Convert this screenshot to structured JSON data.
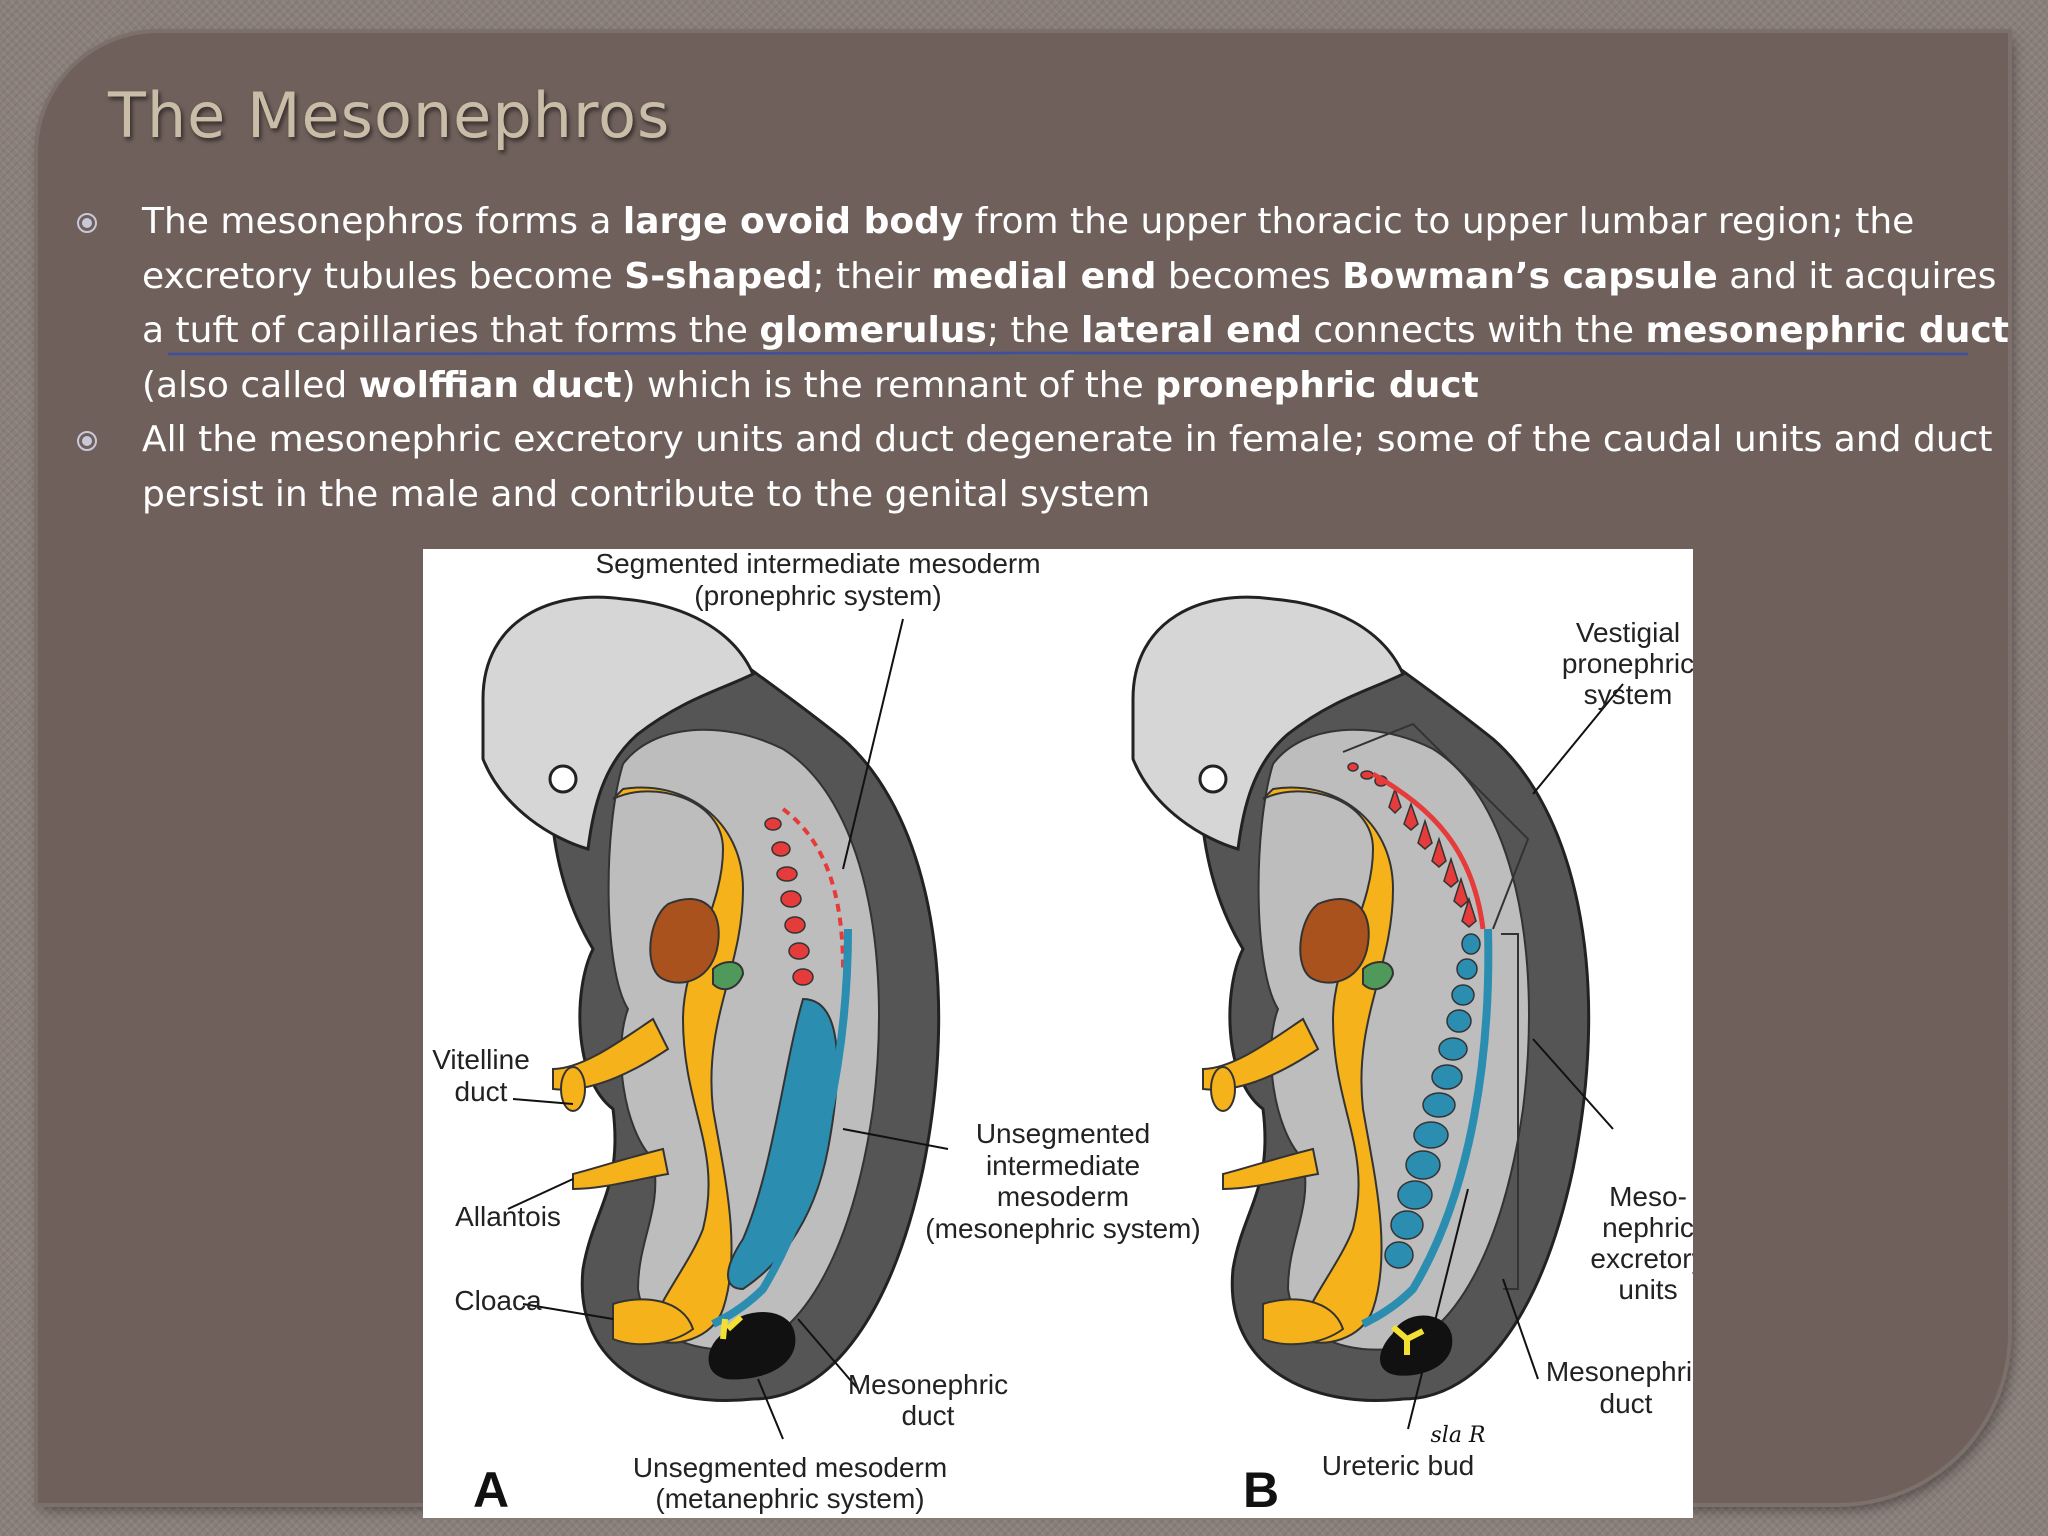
{
  "slide": {
    "title": "The Mesonephros",
    "bullets": [
      {
        "t1": "The mesonephros forms a ",
        "b1": "large ovoid body",
        "t2": " from the upper thoracic to upper lumbar region; the excretory tubules become ",
        "b2": "S-shaped",
        "t3": "; their ",
        "b3": "medial end",
        "t4": " becomes ",
        "b4": "Bowman’s capsule",
        "t5": " and it acquires a tuft of capillaries that forms the ",
        "b5": "glomerulus",
        "t6": "; the ",
        "b6": "lateral end",
        "t7": " connects with the ",
        "b7": "mesonephric duct",
        "t8": " (also called ",
        "b8": "wolffian duct",
        "t9": ") which is the remnant of the ",
        "b9": "pronephric duct"
      },
      {
        "text": "All the mesonephric excretory units and duct degenerate in female; some of the caudal units and duct persist in the male and contribute to the genital system"
      }
    ]
  },
  "figure": {
    "panel_a": {
      "letter": "A",
      "labels": {
        "segmented_1": "Segmented intermediate mesoderm",
        "segmented_2": "(pronephric system)",
        "vitelline_1": "Vitelline",
        "vitelline_2": "duct",
        "allantois": "Allantois",
        "cloaca": "Cloaca",
        "unseg_int_1": "Unsegmented",
        "unseg_int_2": "intermediate",
        "unseg_int_3": "mesoderm",
        "unseg_int_4": "(mesonephric system)",
        "meso_duct_1": "Mesonephric",
        "meso_duct_2": "duct",
        "unseg_meso_1": "Unsegmented mesoderm",
        "unseg_meso_2": "(metanephric system)"
      }
    },
    "panel_b": {
      "letter": "B",
      "labels": {
        "vestigial_1": "Vestigial",
        "vestigial_2": "pronephric",
        "vestigial_3": "system",
        "excretory_1": "Meso-",
        "excretory_2": "nephric",
        "excretory_3": "excretory",
        "excretory_4": "units",
        "meso_duct_1": "Mesonephric",
        "meso_duct_2": "duct",
        "ureteric": "Ureteric bud",
        "signature": "sla R"
      }
    },
    "colors": {
      "body_outer": "#5a5a5a",
      "body_inner": "#b8b8b8",
      "head": "#d9d9d9",
      "gut": "#f6b21a",
      "pronephric": "#e63b3b",
      "mesonephric": "#2b8db0",
      "liver": "#a9521e",
      "metanephric": "#111111"
    }
  }
}
